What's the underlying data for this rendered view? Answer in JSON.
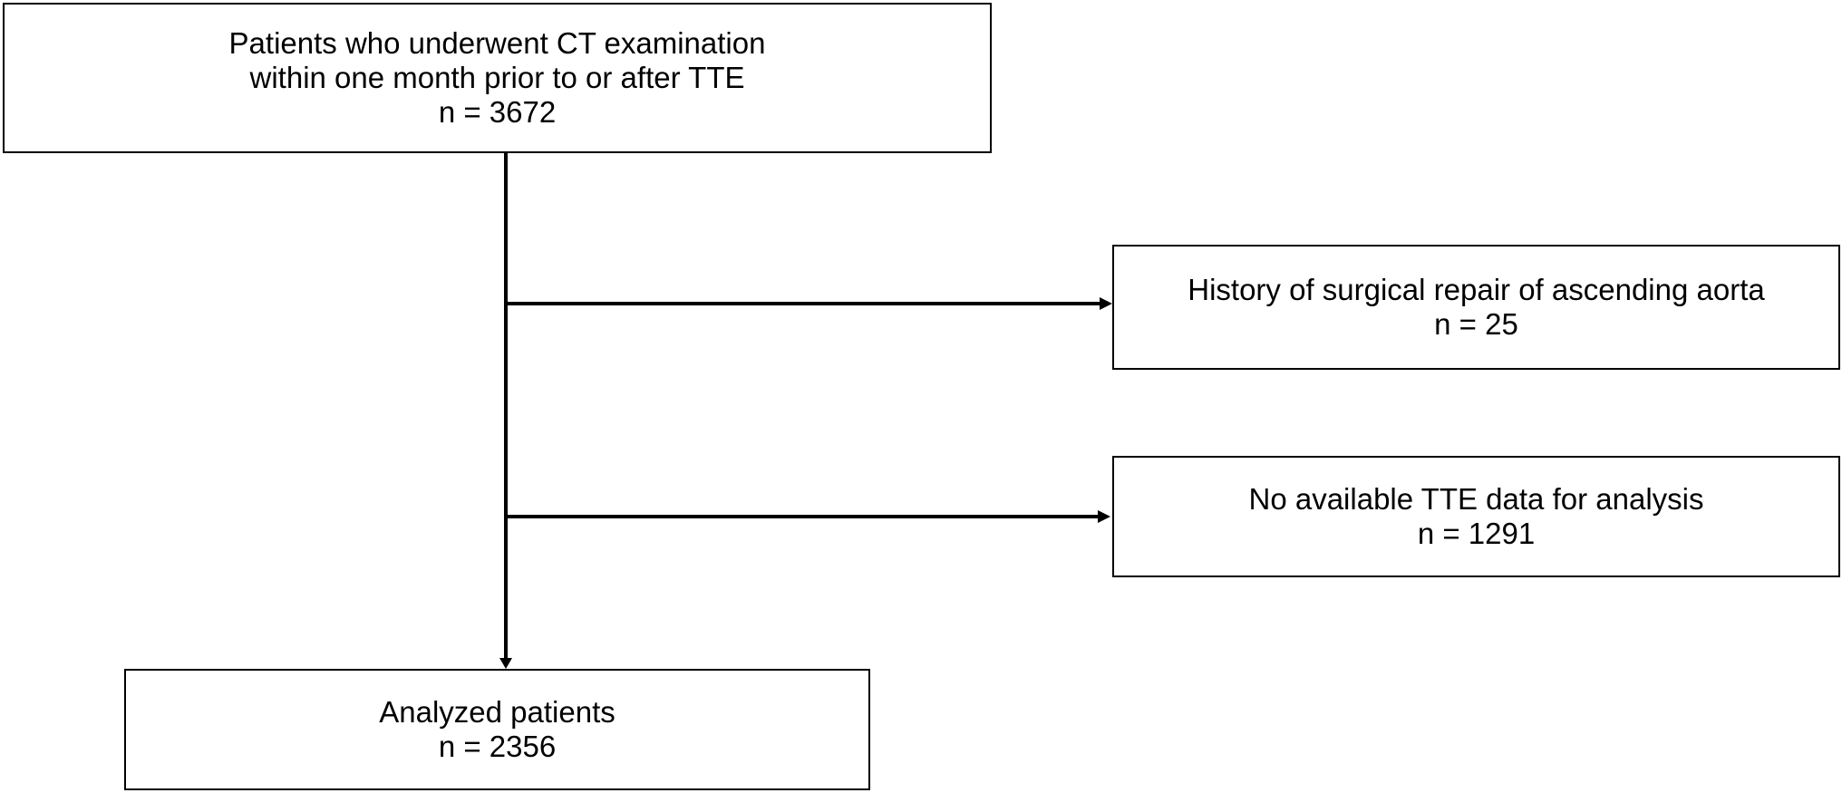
{
  "flowchart": {
    "start": {
      "lines": [
        "Patients who underwent CT examination",
        "within one month prior to or after TTE"
      ],
      "count": "n = 3672"
    },
    "exclusions": [
      {
        "label": "History of surgical repair of ascending aorta",
        "count": "n = 25"
      },
      {
        "label": "No available TTE data for analysis",
        "count": "n = 1291"
      }
    ],
    "final": {
      "label": "Analyzed patients",
      "count": "n = 2356"
    }
  }
}
